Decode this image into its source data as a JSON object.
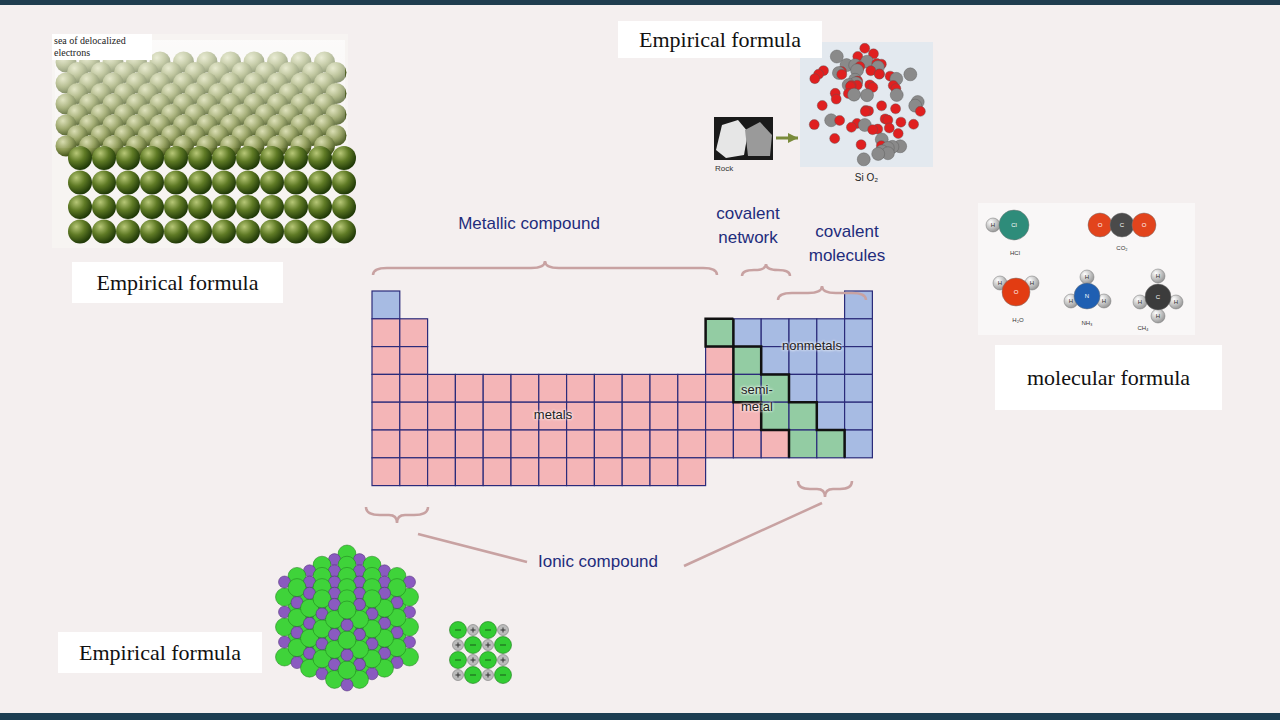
{
  "diagram": {
    "nodes": [
      {
        "text": [
          "Empirical formula"
        ]
      },
      {
        "text": [
          "Rock"
        ]
      },
      {
        "text": [
          "Si O₂"
        ]
      },
      {
        "text": [
          "Empirical formula"
        ]
      },
      {
        "text": [
          "molecular formula"
        ]
      },
      {
        "text": [
          "Empirical formula"
        ]
      }
    ],
    "edges": [
      {
        "from": 1,
        "to": 2,
        "arrow": "to"
      }
    ],
    "labels": [
      "sea of delocalized electrons",
      "Metallic compound",
      "covalent network",
      "covalent molecules",
      "H",
      "Cl",
      "HCl",
      "O",
      "C",
      "O",
      "CO₂",
      "nonmetals",
      "H",
      "O",
      "H",
      "H₂O",
      "H",
      "H",
      "N",
      "H",
      "NH₃",
      "H",
      "H",
      "C",
      "H",
      "H",
      "CH₄",
      "semi- metal",
      "metals",
      "Ionic compound"
    ]
  }
}
